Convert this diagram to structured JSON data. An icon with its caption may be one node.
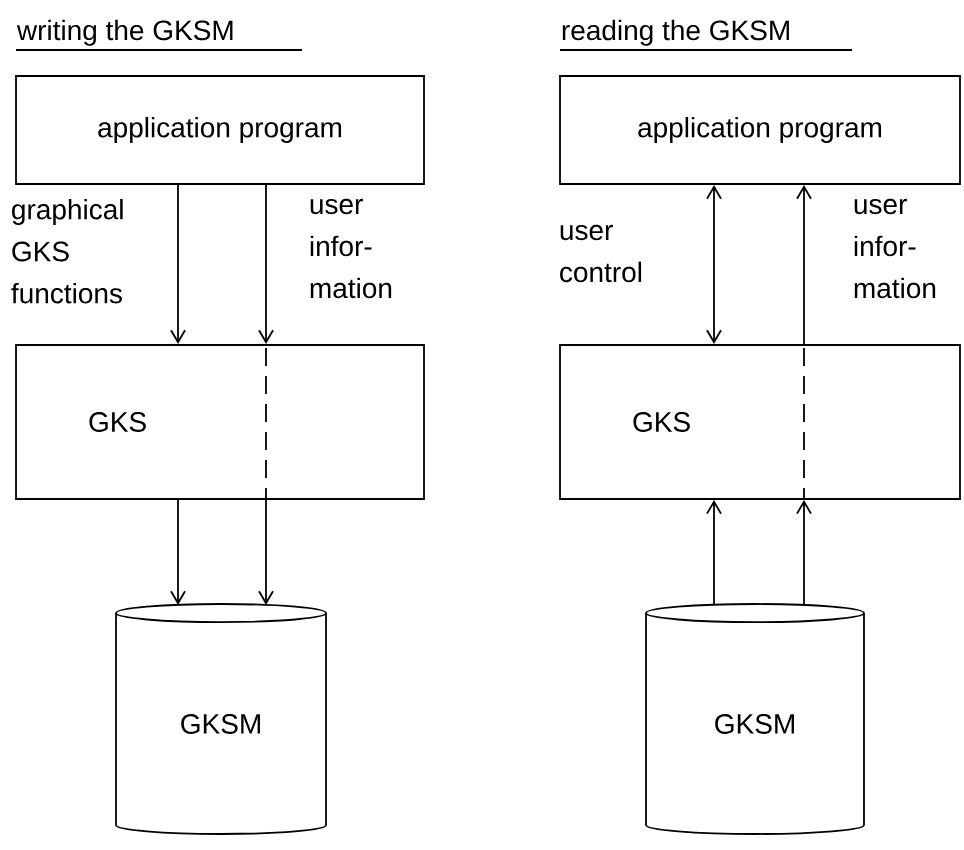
{
  "diagram": {
    "nodes": [
      {
        "text": [
          "application program"
        ]
      },
      {
        "text": [
          "GKS"
        ]
      },
      {
        "text": [
          "GKSM"
        ]
      },
      {
        "text": [
          "application program"
        ]
      },
      {
        "text": [
          "GKS"
        ]
      },
      {
        "text": [
          "GKSM"
        ]
      }
    ],
    "edges": [
      {
        "from": 0,
        "to": 1,
        "arrow": "to",
        "label": "graphical GKS functions"
      },
      {
        "from": 0,
        "to": 1,
        "arrow": "to",
        "label": "user infor- mation"
      },
      {
        "from": 1,
        "to": 2,
        "arrow": "to"
      },
      {
        "from": 1,
        "to": 2,
        "arrow": "to"
      },
      {
        "from": 4,
        "to": 3,
        "arrow": "both",
        "label": "user control"
      },
      {
        "from": 5,
        "to": 4,
        "arrow": "to"
      },
      {
        "from": 5,
        "to": 4,
        "arrow": "to"
      },
      {
        "from": 4,
        "to": 3,
        "arrow": "to",
        "label": "user infor- mation"
      }
    ],
    "labels": [
      "writing the GKSM",
      "reading the GKSM"
    ]
  }
}
